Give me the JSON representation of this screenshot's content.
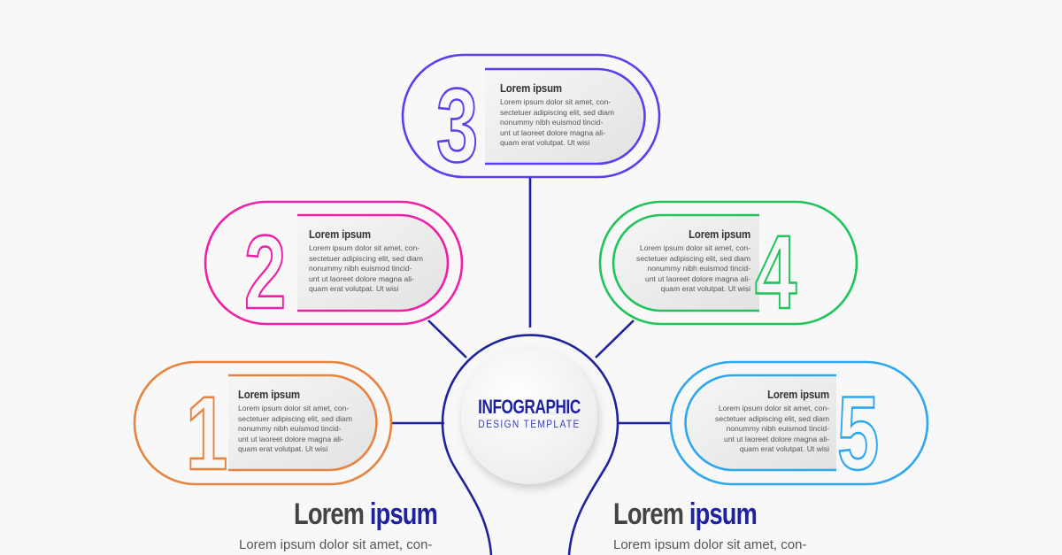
{
  "center": {
    "title": "INFOGRAPHIC",
    "subtitle": "DESIGN TEMPLATE"
  },
  "colors": {
    "step1": "#e8823f",
    "step2": "#f01fa8",
    "step3": "#5b3ef0",
    "step4": "#1fc45a",
    "step5": "#2ea6f0",
    "bulb": "#1e22a0"
  },
  "steps": [
    {
      "number": "1",
      "title": "Lorem ipsum",
      "lines": [
        "Lorem ipsum dolor sit amet, con-",
        "sectetuer adipiscing elit, sed diam",
        "nonummy nibh euismod tincid-",
        "unt ut laoreet dolore magna ali-",
        "quam erat volutpat. Ut wisi"
      ]
    },
    {
      "number": "2",
      "title": "Lorem ipsum",
      "lines": [
        "Lorem ipsum dolor sit amet, con-",
        "sectetuer adipiscing elit, sed diam",
        "nonummy nibh euismod tincid-",
        "unt ut laoreet dolore magna ali-",
        "quam erat volutpat. Ut wisi"
      ]
    },
    {
      "number": "3",
      "title": "Lorem ipsum",
      "lines": [
        "Lorem ipsum dolor sit amet, con-",
        "sectetuer adipiscing elit, sed diam",
        "nonummy nibh euismod tincid-",
        "unt ut laoreet dolore magna ali-",
        "quam erat volutpat. Ut wisi"
      ]
    },
    {
      "number": "4",
      "title": "Lorem ipsum",
      "lines": [
        "Lorem ipsum dolor sit amet, con-",
        "sectetuer adipiscing elit, sed diam",
        "nonummy nibh euismod tincid-",
        "unt ut laoreet dolore magna ali-",
        "quam erat volutpat. Ut wisi"
      ]
    },
    {
      "number": "5",
      "title": "Lorem ipsum",
      "lines": [
        "Lorem ipsum dolor sit amet, con-",
        "sectetuer adipiscing elit, sed diam",
        "nonummy nibh euismod tincid-",
        "unt ut laoreet dolore magna ali-",
        "quam erat volutpat. Ut wisi"
      ]
    }
  ],
  "bottom": [
    {
      "word1": "Lorem",
      "word2": "ipsum",
      "text": "Lorem ipsum dolor sit amet, con-"
    },
    {
      "word1": "Lorem",
      "word2": "ipsum",
      "text": "Lorem ipsum dolor sit amet, con-"
    }
  ]
}
